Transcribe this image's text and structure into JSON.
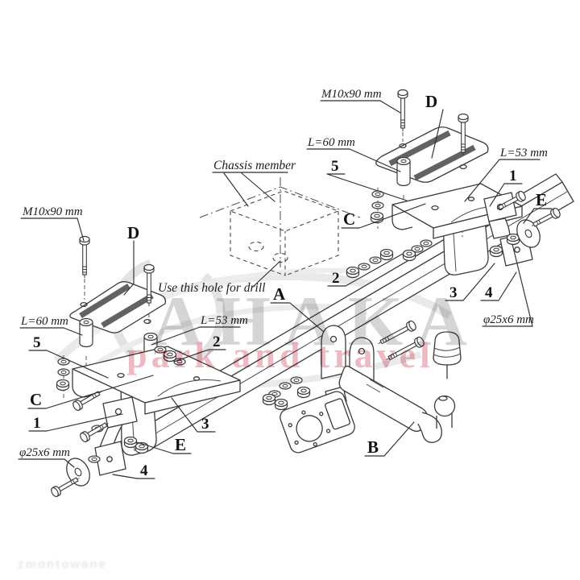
{
  "watermark": {
    "brand": "AHAKA",
    "tagline": "park and travel",
    "corner_text": "zmontowane"
  },
  "annotations": {
    "chassis_member": "Chassis member",
    "drill_note": "Use this hole for drill",
    "bolt_spec": "M10x90 mm",
    "spacer_60": "L=60 mm",
    "spacer_53": "L=53 mm",
    "pad_spec": "φ25x6 mm",
    "part_a": "A",
    "part_b": "B",
    "part_c": "C",
    "part_d": "D",
    "part_e": "E",
    "item_1": "1",
    "item_2": "2",
    "item_3": "3",
    "item_4": "4",
    "item_5": "5"
  }
}
